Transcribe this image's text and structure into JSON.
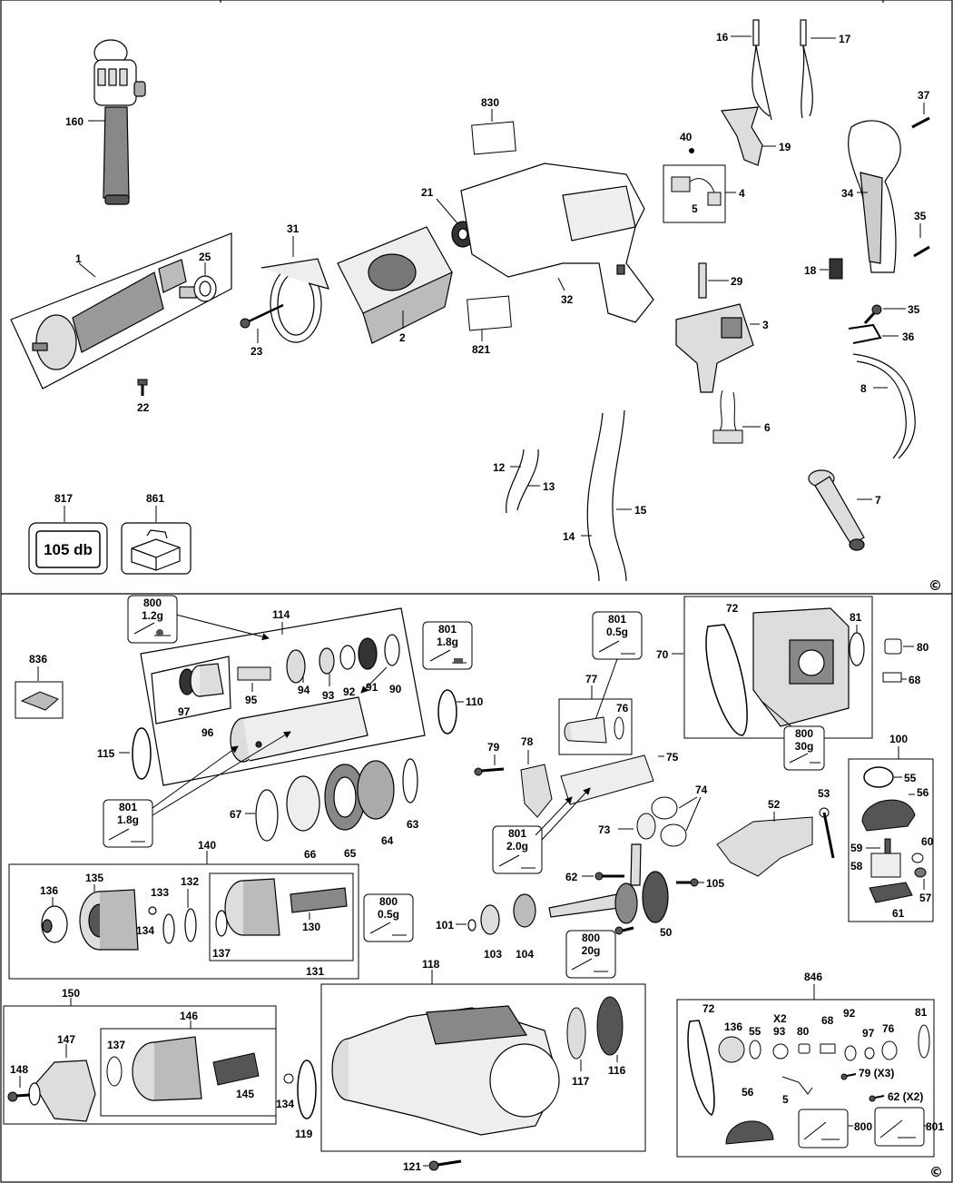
{
  "labels": {
    "l160": "160",
    "l1": "1",
    "l25": "25",
    "l22": "22",
    "l31": "31",
    "l23": "23",
    "l2": "2",
    "l21": "21",
    "l830": "830",
    "l821": "821",
    "l32": "32",
    "l16": "16",
    "l17": "17",
    "l40": "40",
    "l19": "19",
    "l4": "4",
    "l5a": "5",
    "l37": "37",
    "l34": "34",
    "l35a": "35",
    "l18": "18",
    "l29": "29",
    "l3": "3",
    "l35b": "35",
    "l36": "36",
    "l8": "8",
    "l6": "6",
    "l12": "12",
    "l13": "13",
    "l14": "14",
    "l15": "15",
    "l7": "7",
    "l817": "817",
    "l861": "861",
    "l114": "114",
    "l836": "836",
    "l97": "97",
    "l96": "96",
    "l95": "95",
    "l94": "94",
    "l93": "93",
    "l92": "92",
    "l91": "91",
    "l90": "90",
    "l110": "110",
    "l115": "115",
    "l67": "67",
    "l66": "66",
    "l65": "65",
    "l64": "64",
    "l63": "63",
    "l77": "77",
    "l76": "76",
    "l79": "79",
    "l78": "78",
    "l75": "75",
    "l74": "74",
    "l73": "73",
    "l70": "70",
    "l72": "72",
    "l81": "81",
    "l80": "80",
    "l68": "68",
    "l100": "100",
    "l55": "55",
    "l56": "56",
    "l60": "60",
    "l59": "59",
    "l58": "58",
    "l57": "57",
    "l61": "61",
    "l52": "52",
    "l53": "53",
    "l140": "140",
    "l136": "136",
    "l135": "135",
    "l133": "133",
    "l132": "132",
    "l134": "134",
    "l130": "130",
    "l137": "137",
    "l131": "131",
    "l62": "62",
    "l105": "105",
    "l101": "101",
    "l103": "103",
    "l104": "104",
    "l50": "50",
    "l150": "150",
    "l146": "146",
    "l147": "147",
    "l148": "148",
    "l137b": "137",
    "l145": "145",
    "l134b": "134",
    "l119": "119",
    "l118": "118",
    "l117": "117",
    "l116": "116",
    "l121": "121",
    "l846": "846",
    "k72": "72",
    "k136": "136",
    "k55": "55",
    "kX2": "X2",
    "k93": "93",
    "k80": "80",
    "k68": "68",
    "k92": "92",
    "k97": "97",
    "k76": "76",
    "k81": "81",
    "k5": "5",
    "k79": "79 (X3)",
    "k62": "62 (X2)",
    "k56": "56",
    "k800": "800",
    "k801": "801"
  },
  "grease_tags": {
    "g1": {
      "code": "800",
      "amount": "1.2g"
    },
    "g2": {
      "code": "801",
      "amount": "1.8g"
    },
    "g3": {
      "code": "801",
      "amount": "0.5g"
    },
    "g4": {
      "code": "800",
      "amount": "30g"
    },
    "g5": {
      "code": "801",
      "amount": "1.8g"
    },
    "g6": {
      "code": "801",
      "amount": "2.0g"
    },
    "g7": {
      "code": "800",
      "amount": "0.5g"
    },
    "g8": {
      "code": "800",
      "amount": "20g"
    }
  },
  "badges": {
    "noise": "105 db"
  },
  "copyright": "©"
}
